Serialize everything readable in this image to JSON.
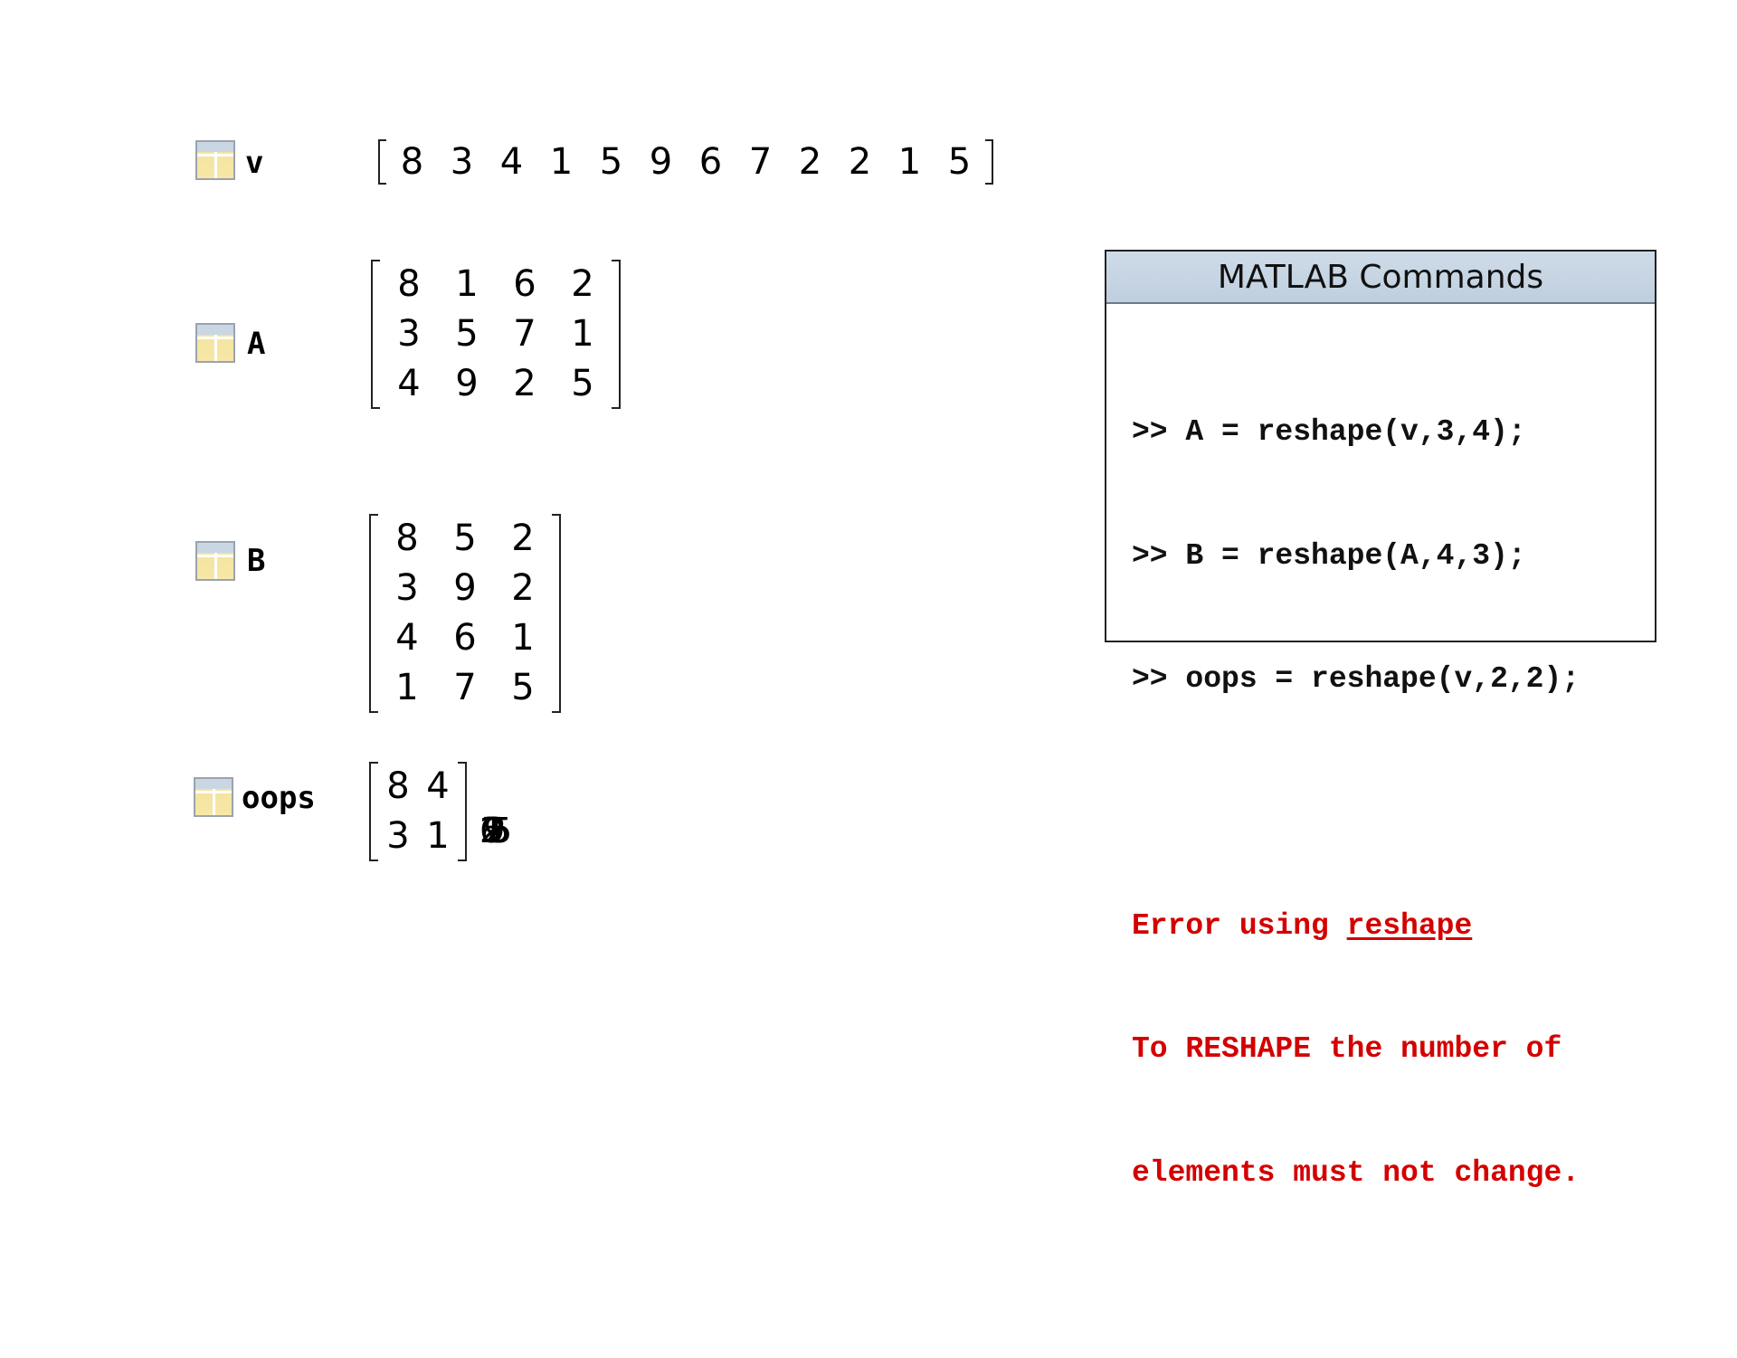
{
  "workspace": {
    "v": {
      "name": "v",
      "values": [
        8,
        3,
        4,
        1,
        5,
        9,
        6,
        7,
        2,
        2,
        1,
        5
      ]
    },
    "A": {
      "name": "A",
      "rows": [
        [
          8,
          1,
          6,
          2
        ],
        [
          3,
          5,
          7,
          1
        ],
        [
          4,
          9,
          2,
          5
        ]
      ]
    },
    "B": {
      "name": "B",
      "rows": [
        [
          8,
          5,
          2
        ],
        [
          3,
          9,
          2
        ],
        [
          4,
          6,
          1
        ],
        [
          1,
          7,
          5
        ]
      ]
    },
    "oops": {
      "name": "oops",
      "rows": [
        [
          8,
          4
        ],
        [
          3,
          1
        ]
      ],
      "overflow_digits": [
        "5",
        "9",
        "6",
        "7",
        "2",
        "2",
        "1",
        "5"
      ]
    }
  },
  "panel": {
    "title": "MATLAB Commands",
    "commands": [
      ">> A = reshape(v,3,4);",
      ">> B = reshape(A,4,3);",
      ">> oops = reshape(v,2,2);"
    ],
    "error": {
      "prefix": "Error using ",
      "link": "reshape",
      "line2": "To RESHAPE the number of",
      "line3": "elements must not change."
    }
  },
  "colors": {
    "error": "#d40000",
    "header_bg": "#c7d5e4",
    "icon_fill": "#f5e5a0"
  },
  "icons": {
    "variable": "matrix-grid-icon"
  }
}
